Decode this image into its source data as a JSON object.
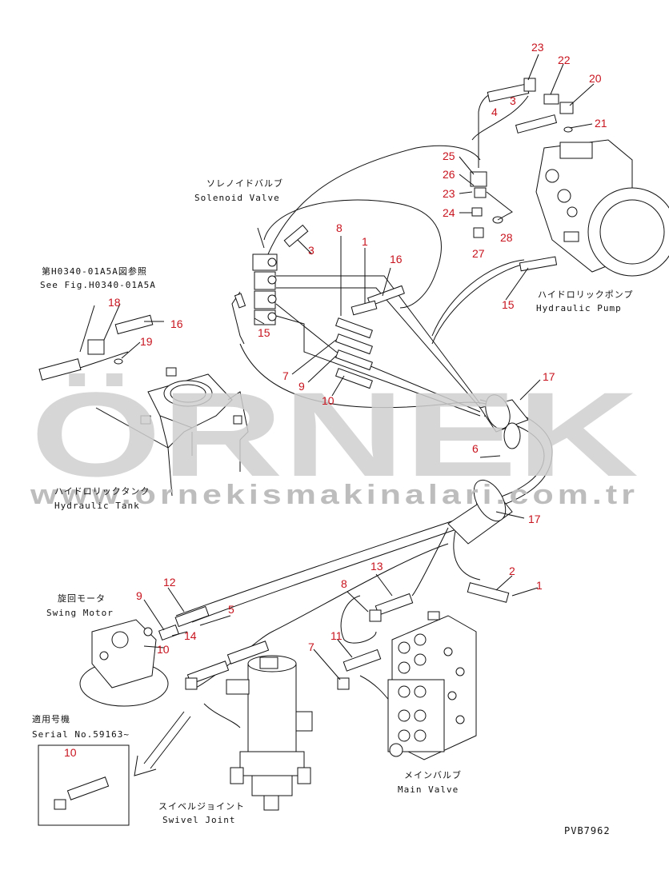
{
  "diagram": {
    "code": "PVB7962",
    "watermark": {
      "brand": "ÖRNEK",
      "url": "www.ornekismakinalari.com.tr"
    },
    "labels": {
      "solenoid_jp": "ソレノイドバルブ",
      "solenoid_en": "Solenoid Valve",
      "ref_jp": "第H0340-01A5A図参照",
      "ref_en": "See Fig.H0340-01A5A",
      "pump_jp": "ハイドロリックポンプ",
      "pump_en": "Hydraulic Pump",
      "tank_jp": "ハイドロリックタンク",
      "tank_en": "Hydraulic Tank",
      "swing_jp": "旋回モータ",
      "swing_en": "Swing Motor",
      "serial_jp": "適用号機",
      "serial_en": "Serial No.59163~",
      "main_jp": "メインバルブ",
      "main_en": "Main Valve",
      "swivel_jp": "スイベルジョイント",
      "swivel_en": "Swivel Joint"
    },
    "callouts": [
      "23",
      "22",
      "20",
      "3",
      "4",
      "21",
      "25",
      "26",
      "23",
      "24",
      "28",
      "27",
      "8",
      "1",
      "16",
      "3",
      "15",
      "15",
      "18",
      "16",
      "19",
      "7",
      "9",
      "10",
      "17",
      "6",
      "17",
      "12",
      "9",
      "14",
      "10",
      "5",
      "13",
      "8",
      "2",
      "1",
      "11",
      "7",
      "10"
    ]
  }
}
